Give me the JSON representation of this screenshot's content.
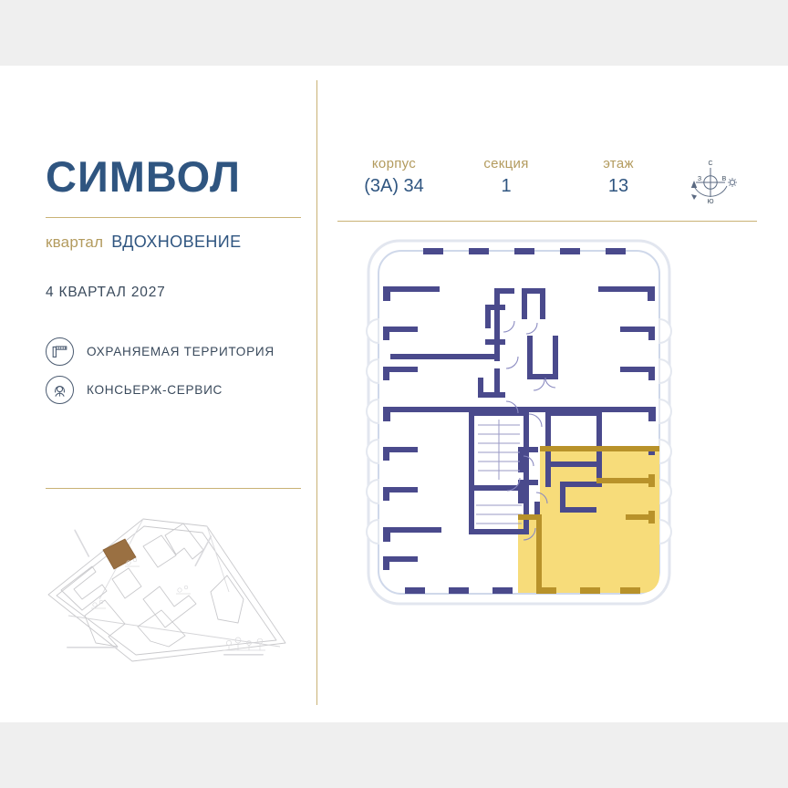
{
  "brand": {
    "title": "СИМВОЛ",
    "quarter_word": "квартал",
    "quarter_name": "ВДОХНОВЕНИЕ",
    "deadline": "4 КВАРТАЛ 2027"
  },
  "features": [
    {
      "icon": "barrier-gate-icon",
      "label": "ОХРАНЯЕМАЯ ТЕРРИТОРИЯ"
    },
    {
      "icon": "concierge-person-icon",
      "label": "КОНСЬЕРЖ-СЕРВИС"
    }
  ],
  "info": {
    "korpus": {
      "caption": "корпус",
      "value": "(3А) 34"
    },
    "sektsiya": {
      "caption": "секция",
      "value": "1"
    },
    "etazh": {
      "caption": "этаж",
      "value": "13"
    }
  },
  "compass": {
    "north": "С",
    "south": "Ю",
    "west": "З",
    "east": "В",
    "sun": "sun-icon"
  },
  "colors": {
    "brand_navy": "#2f5580",
    "gold": "#c9b275",
    "caption_gold": "#b39b5e",
    "plan_wall": "#4a4a8c",
    "unit_fill": "#f7dc7a",
    "unit_wall": "#b8922a",
    "sitemap_highlight": "#9a7042",
    "page_bg": "#efefef",
    "card_bg": "#ffffff"
  },
  "floorplan": {
    "label": "floor-plan-section-1-level-13",
    "highlighted_unit": "lower-right-apartment"
  },
  "sitemap": {
    "label": "quarter-site-plan",
    "highlighted_building": "building-34"
  }
}
